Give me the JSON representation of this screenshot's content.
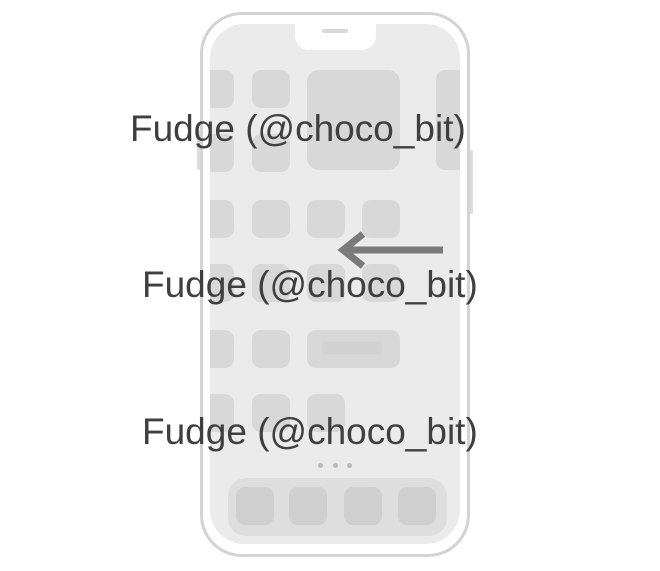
{
  "watermarks": [
    "Fudge (@choco_bit)",
    "Fudge (@choco_bit)",
    "Fudge (@choco_bit)"
  ],
  "icons": {
    "swipe_arrow": "arrow-left-icon"
  },
  "colors": {
    "phone_frame": "#d3d3d3",
    "screen_background": "#ebebeb",
    "app_placeholder": "#d8d8d8",
    "arrow": "#7a7a7a",
    "watermark_text": "#3f3f3f"
  },
  "home_screen": {
    "dock_app_count": 4,
    "page_indicator_dots": 3
  }
}
